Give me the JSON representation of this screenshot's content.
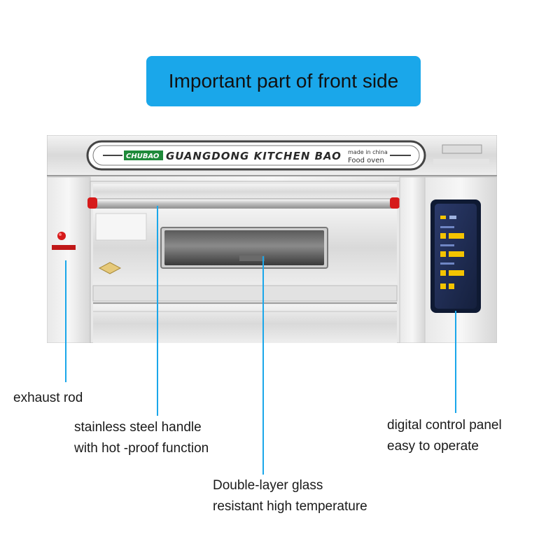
{
  "title": "Important part of front side",
  "oven": {
    "brand": "CHUBAO",
    "nameplate": "GUANGDONG KITCHEN BAO",
    "made_in": "made in china",
    "product": "Food oven"
  },
  "labels": {
    "exhaust_rod": "exhaust rod",
    "handle_line1": "stainless steel handle",
    "handle_line2": "with hot -proof function",
    "glass_line1": "Double-layer glass",
    "glass_line2": "resistant high temperature",
    "panel_line1": "digital control panel",
    "panel_line2": "easy to operate"
  },
  "colors": {
    "accent": "#1aa7ea",
    "knob_red": "#d61a1a",
    "panel_blue": "#1e2c55",
    "button_yellow": "#f4c400"
  },
  "icons": [
    "exhaust-knob-icon",
    "handle-end-cap-icon",
    "control-button-icon"
  ]
}
